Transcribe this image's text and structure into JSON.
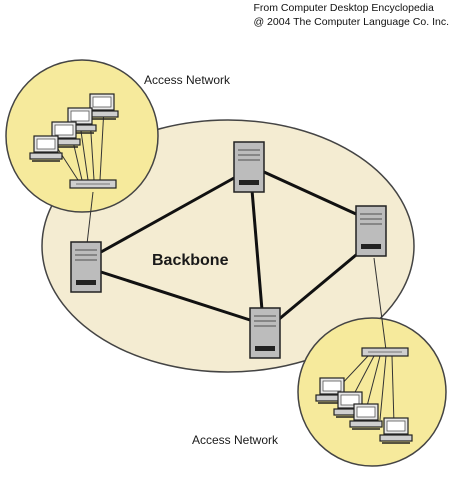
{
  "credit": {
    "line1": "From Computer Desktop Encyclopedia",
    "line2": "@ 2004 The Computer Language Co. Inc."
  },
  "labels": {
    "backbone": "Backbone",
    "access_top": "Access Network",
    "access_bottom": "Access Network"
  },
  "colors": {
    "backbone_fill": "#f4ecd2",
    "access_fill": "#f6ea9c",
    "outline": "#222222",
    "server": "#b8b8b8"
  }
}
